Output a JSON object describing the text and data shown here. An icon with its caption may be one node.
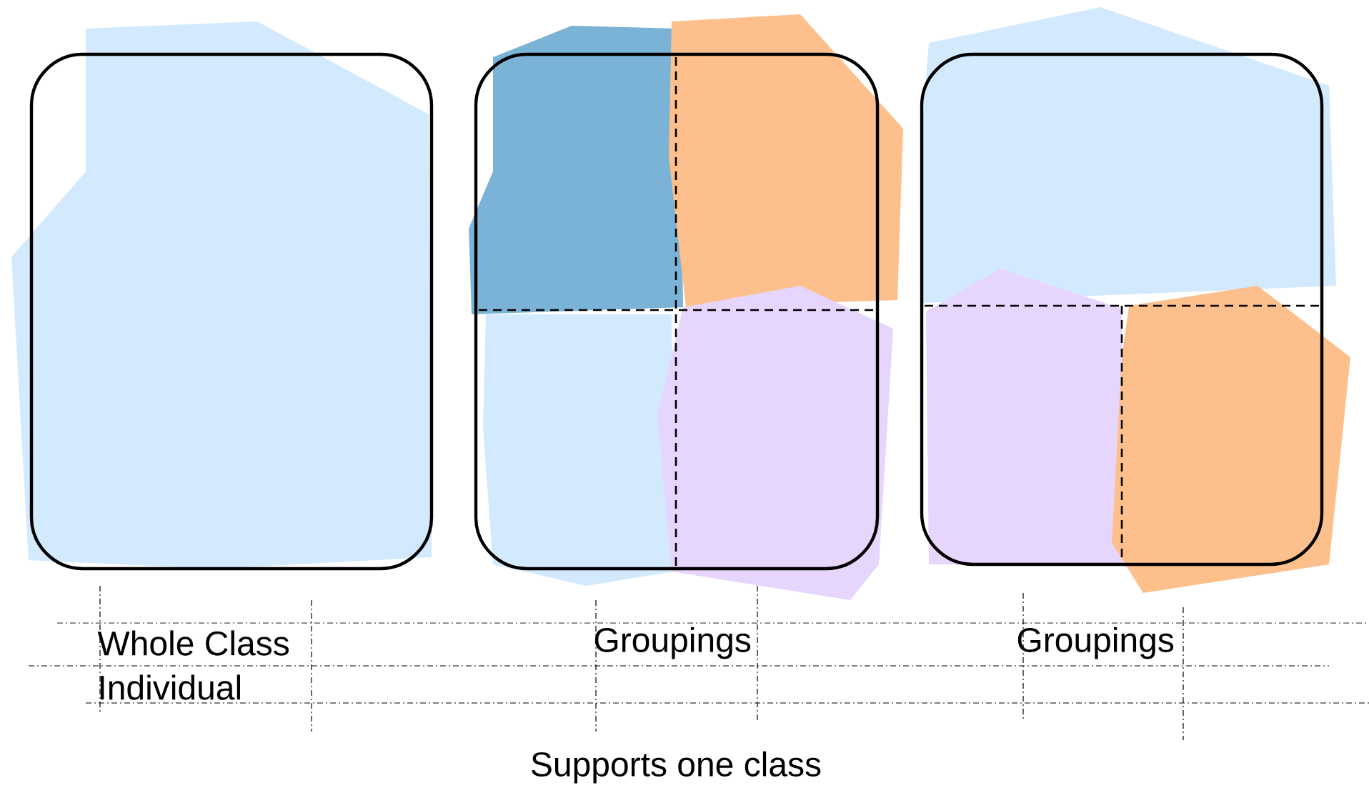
{
  "diagram": {
    "caption": "Supports one class",
    "nodes": [
      {
        "text": [],
        "shape": "box"
      },
      {
        "text": [],
        "shape": "box"
      },
      {
        "text": [],
        "shape": "box"
      }
    ],
    "labels": [
      "Whole Class",
      "Individual",
      "Groupings",
      "Groupings"
    ]
  }
}
